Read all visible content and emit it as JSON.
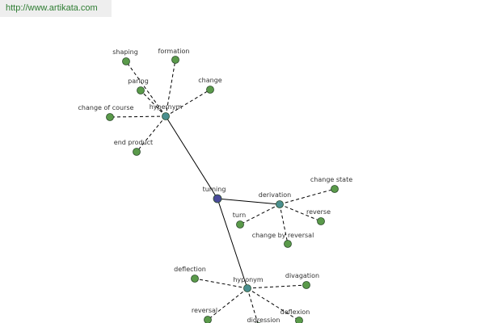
{
  "header": {
    "url": "http://www.artikata.com"
  },
  "colors": {
    "background": "#ffffff",
    "url_bar_bg": "#eeeeee",
    "url_text": "#2e7d32",
    "leaf_fill": "#5a9a4a",
    "hub_fill": "#4a8f8f",
    "root_fill": "#4a4a9a",
    "node_stroke": "#2a4a2a",
    "edge": "#000000",
    "label": "#333333"
  },
  "graph": {
    "root": {
      "id": "turning",
      "label": "turning"
    },
    "hubs": [
      {
        "id": "hypernym",
        "label": "hypernym"
      },
      {
        "id": "derivation",
        "label": "derivation"
      },
      {
        "id": "hyponym",
        "label": "hyponym"
      }
    ],
    "leaves": [
      {
        "id": "shaping",
        "label": "shaping",
        "parent": "hypernym"
      },
      {
        "id": "formation",
        "label": "formation",
        "parent": "hypernym"
      },
      {
        "id": "paring",
        "label": "paring",
        "parent": "hypernym"
      },
      {
        "id": "change",
        "label": "change",
        "parent": "hypernym"
      },
      {
        "id": "change-of-course",
        "label": "change of course",
        "parent": "hypernym"
      },
      {
        "id": "end-product",
        "label": "end product",
        "parent": "hypernym"
      },
      {
        "id": "change-state",
        "label": "change state",
        "parent": "derivation"
      },
      {
        "id": "turn",
        "label": "turn",
        "parent": "derivation"
      },
      {
        "id": "reverse",
        "label": "reverse",
        "parent": "derivation"
      },
      {
        "id": "change-by-reversal",
        "label": "change by reversal",
        "parent": "derivation"
      },
      {
        "id": "deflection",
        "label": "deflection",
        "parent": "hyponym"
      },
      {
        "id": "divagation",
        "label": "divagation",
        "parent": "hyponym"
      },
      {
        "id": "reversal",
        "label": "reversal",
        "parent": "hyponym"
      },
      {
        "id": "deflexion",
        "label": "deflexion",
        "parent": "hyponym"
      },
      {
        "id": "digression",
        "label": "digression",
        "parent": "hyponym"
      }
    ]
  }
}
